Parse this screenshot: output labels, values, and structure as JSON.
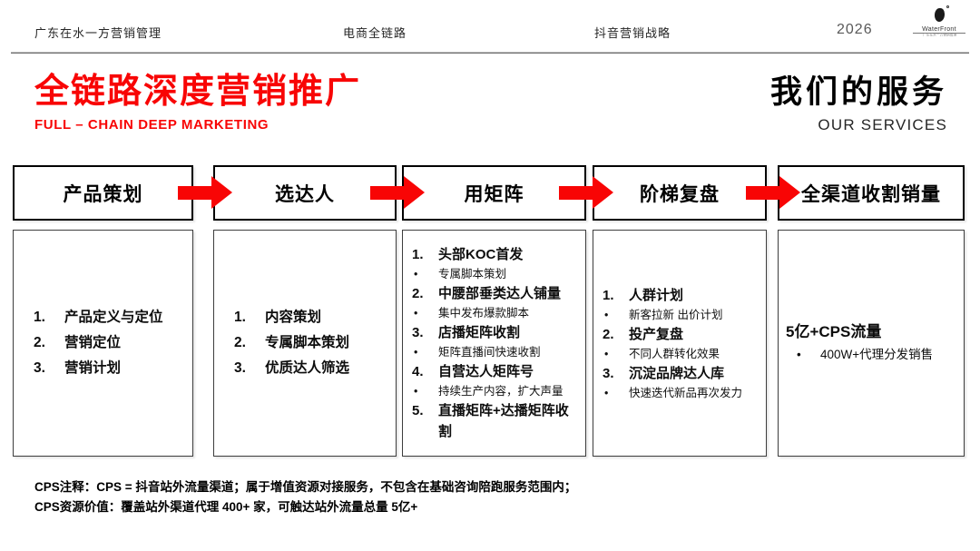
{
  "colors": {
    "red": "#F80505"
  },
  "top_bar": {
    "items": [
      {
        "label": "广东在水一方营销管理"
      },
      {
        "label": "电商全链路"
      },
      {
        "label": "抖音营销战略"
      }
    ],
    "year": "2026",
    "logo_text": "WaterFront",
    "logo_subtext": "广东在水一方营销管理"
  },
  "title": {
    "zh": "全链路深度营销推广",
    "en": "FULL – CHAIN DEEP MARKETING"
  },
  "services_title": {
    "zh": "我们的服务",
    "en": "OUR SERVICES"
  },
  "flow": {
    "columns": [
      {
        "header": "产品策划",
        "items": [
          {
            "kind": "num",
            "marker": "1.",
            "text": "产品定义与定位"
          },
          {
            "kind": "num",
            "marker": "2.",
            "text": "营销定位"
          },
          {
            "kind": "num",
            "marker": "3.",
            "text": "营销计划"
          }
        ]
      },
      {
        "header": "选达人",
        "items": [
          {
            "kind": "num",
            "marker": "1.",
            "text": "内容策划"
          },
          {
            "kind": "num",
            "marker": "2.",
            "text": "专属脚本策划"
          },
          {
            "kind": "num",
            "marker": "3.",
            "text": "优质达人筛选"
          }
        ]
      },
      {
        "header": "用矩阵",
        "items": [
          {
            "kind": "num",
            "marker": "1.",
            "text": "头部KOC首发"
          },
          {
            "kind": "bullet",
            "marker": "•",
            "text": "专属脚本策划"
          },
          {
            "kind": "num",
            "marker": "2.",
            "text": "中腰部垂类达人铺量"
          },
          {
            "kind": "bullet",
            "marker": "•",
            "text": "集中发布爆款脚本"
          },
          {
            "kind": "num",
            "marker": "3.",
            "text": "店播矩阵收割"
          },
          {
            "kind": "bullet",
            "marker": "•",
            "text": "矩阵直播间快速收割"
          },
          {
            "kind": "num",
            "marker": "4.",
            "text": "自营达人矩阵号"
          },
          {
            "kind": "bullet",
            "marker": "•",
            "text": "持续生产内容，扩大声量"
          },
          {
            "kind": "num",
            "marker": "5.",
            "text": "直播矩阵+达播矩阵收割"
          }
        ]
      },
      {
        "header": "阶梯复盘",
        "items": [
          {
            "kind": "num",
            "marker": "1.",
            "text": "人群计划"
          },
          {
            "kind": "bullet",
            "marker": "•",
            "text": "新客拉新 出价计划"
          },
          {
            "kind": "num",
            "marker": "2.",
            "text": "投产复盘"
          },
          {
            "kind": "bullet",
            "marker": "•",
            "text": "不同人群转化效果"
          },
          {
            "kind": "num",
            "marker": "3.",
            "text": "沉淀品牌达人库"
          },
          {
            "kind": "bullet",
            "marker": "•",
            "text": "快速迭代新品再次发力"
          }
        ]
      },
      {
        "header": "全渠道收割销量",
        "items": [
          {
            "kind": "head",
            "marker": "",
            "text": "5亿+CPS流量"
          },
          {
            "kind": "bullet",
            "marker": "•",
            "text": "400W+代理分发销售"
          }
        ]
      }
    ]
  },
  "footnotes": [
    "CPS注释：CPS = 抖音站外流量渠道；属于增值资源对接服务，不包含在基础咨询陪跑服务范围内；",
    "CPS资源价值：覆盖站外渠道代理 400+ 家，可触达站外流量总量 5亿+"
  ]
}
